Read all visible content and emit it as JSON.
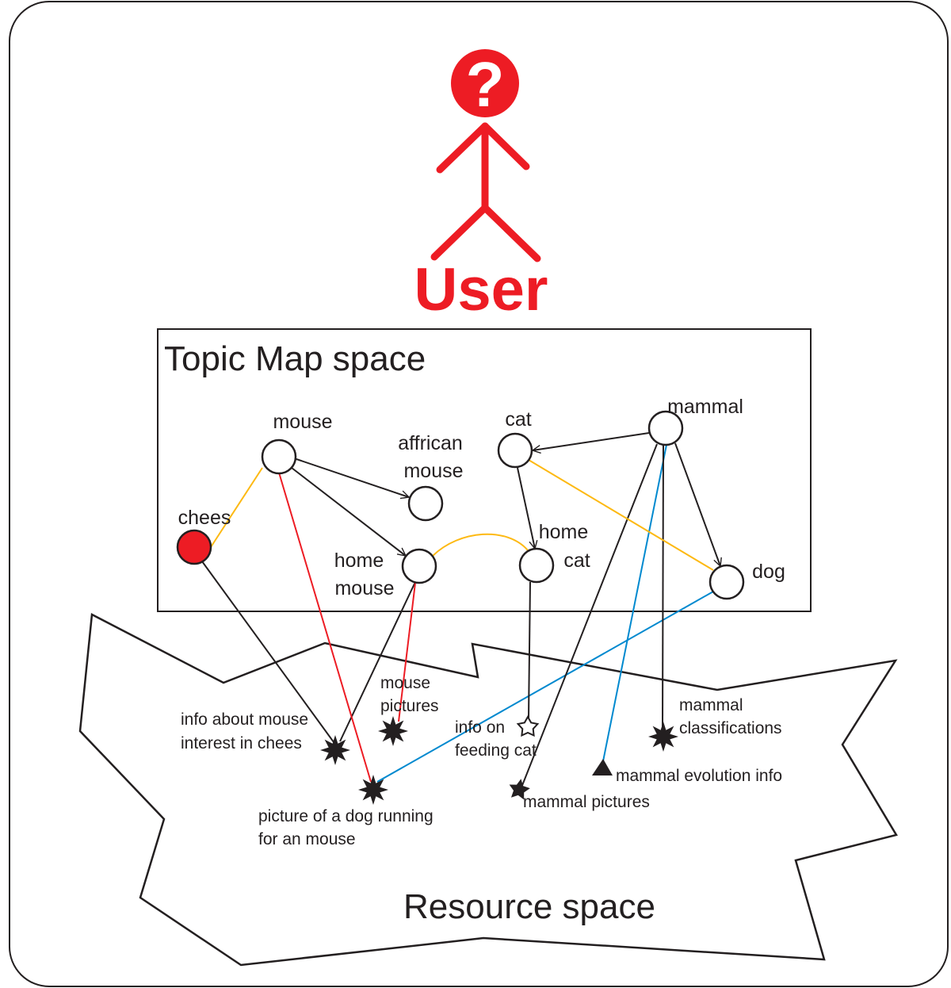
{
  "colors": {
    "user": "#ed1c24",
    "stroke": "#231f20",
    "association_yellow": "#fdb913",
    "occurrence_red": "#ed1c24",
    "occurrence_blue": "#0089cf",
    "chees_fill": "#ed1c24"
  },
  "user": {
    "label": "User",
    "head_symbol": "?",
    "icon": "question-mark-icon"
  },
  "topic_map": {
    "title": "Topic Map space",
    "topics": [
      {
        "id": "mouse",
        "lines": [
          "mouse"
        ]
      },
      {
        "id": "african_mouse",
        "lines": [
          "affrican",
          "mouse"
        ]
      },
      {
        "id": "chees",
        "lines": [
          "chees"
        ]
      },
      {
        "id": "home_mouse",
        "lines": [
          "home",
          "mouse"
        ]
      },
      {
        "id": "cat",
        "lines": [
          "cat"
        ]
      },
      {
        "id": "home_cat",
        "lines": [
          "home",
          "cat"
        ]
      },
      {
        "id": "mammal",
        "lines": [
          "mammal"
        ]
      },
      {
        "id": "dog",
        "lines": [
          "dog"
        ]
      }
    ],
    "edges": [
      {
        "from": "mouse",
        "to": "african_mouse",
        "type": "arrow"
      },
      {
        "from": "mouse",
        "to": "home_mouse",
        "type": "arrow"
      },
      {
        "from": "mammal",
        "to": "cat",
        "type": "arrow"
      },
      {
        "from": "cat",
        "to": "home_cat",
        "type": "arrow"
      },
      {
        "from": "mammal",
        "to": "dog",
        "type": "arrow"
      },
      {
        "from": "mouse",
        "to": "chees",
        "type": "association"
      },
      {
        "from": "home_mouse",
        "to": "home_cat",
        "type": "association"
      },
      {
        "from": "cat",
        "to": "dog",
        "type": "association"
      }
    ]
  },
  "resource_space": {
    "title": "Resource space",
    "resources": [
      {
        "id": "info_mouse_chees",
        "lines": [
          "info about mouse",
          "interest in chees"
        ],
        "shape": "star-8-icon"
      },
      {
        "id": "mouse_pictures",
        "lines": [
          "mouse",
          "pictures"
        ],
        "shape": "star-8-icon"
      },
      {
        "id": "dog_picture",
        "lines": [
          "picture of a dog running",
          "for an mouse"
        ],
        "shape": "star-8-icon"
      },
      {
        "id": "feeding_cat",
        "lines": [
          "info on",
          "feeding cat"
        ],
        "shape": "star-outline-icon"
      },
      {
        "id": "mammal_pictures",
        "lines": [
          "mammal pictures"
        ],
        "shape": "star-5-icon"
      },
      {
        "id": "mammal_evolution",
        "lines": [
          "mammal evolution info"
        ],
        "shape": "triangle-icon"
      },
      {
        "id": "mammal_classifications",
        "lines": [
          "mammal",
          "classifications"
        ],
        "shape": "star-8-icon"
      }
    ],
    "occurrences": [
      {
        "from": "chees",
        "to": "info_mouse_chees",
        "color": "black"
      },
      {
        "from": "home_mouse",
        "to": "info_mouse_chees",
        "color": "black"
      },
      {
        "from": "home_mouse",
        "to": "mouse_pictures",
        "color": "red"
      },
      {
        "from": "mouse",
        "to": "dog_picture",
        "color": "red"
      },
      {
        "from": "dog",
        "to": "dog_picture",
        "color": "blue"
      },
      {
        "from": "home_cat",
        "to": "feeding_cat",
        "color": "black"
      },
      {
        "from": "mammal",
        "to": "mammal_pictures",
        "color": "black"
      },
      {
        "from": "mammal",
        "to": "mammal_evolution",
        "color": "blue"
      },
      {
        "from": "mammal",
        "to": "mammal_classifications",
        "color": "black"
      }
    ]
  }
}
